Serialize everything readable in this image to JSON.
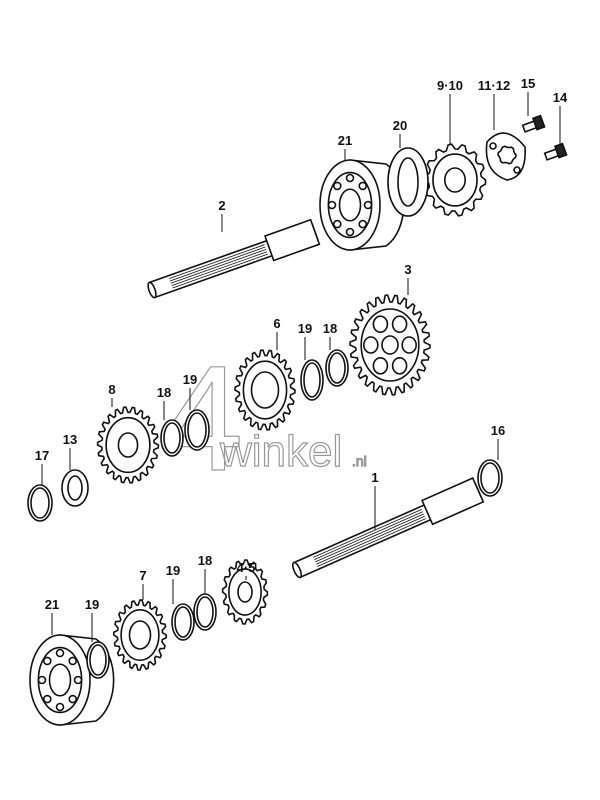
{
  "watermark": {
    "logo_number": "4",
    "logo_text": "winkel",
    "logo_suffix": ".nl"
  },
  "parts": [
    {
      "id": "sprocket",
      "label": "9·10"
    },
    {
      "id": "sprocket-plate",
      "label": "11·12"
    },
    {
      "id": "bolt-15",
      "label": "15"
    },
    {
      "id": "bolt-14",
      "label": "14"
    },
    {
      "id": "bearing-top",
      "label": "21"
    },
    {
      "id": "oil-seal",
      "label": "20"
    },
    {
      "id": "countershaft",
      "label": "2"
    },
    {
      "id": "large-gear",
      "label": "3"
    },
    {
      "id": "gear-6",
      "label": "6"
    },
    {
      "id": "circlip-mid",
      "label": "19"
    },
    {
      "id": "washer-mid",
      "label": "18"
    },
    {
      "id": "gear-8",
      "label": "8"
    },
    {
      "id": "washer-left",
      "label": "18"
    },
    {
      "id": "circlip-left",
      "label": "19"
    },
    {
      "id": "washer-17",
      "label": "17"
    },
    {
      "id": "bushing-13",
      "label": "13"
    },
    {
      "id": "washer-16",
      "label": "16"
    },
    {
      "id": "mainshaft",
      "label": "1"
    },
    {
      "id": "gear-4-5",
      "label": "4·5"
    },
    {
      "id": "bearing-bottom",
      "label": "21"
    },
    {
      "id": "circlip-bottom",
      "label": "19"
    },
    {
      "id": "gear-7",
      "label": "7"
    },
    {
      "id": "circlip-low",
      "label": "19"
    },
    {
      "id": "washer-low",
      "label": "18"
    }
  ]
}
